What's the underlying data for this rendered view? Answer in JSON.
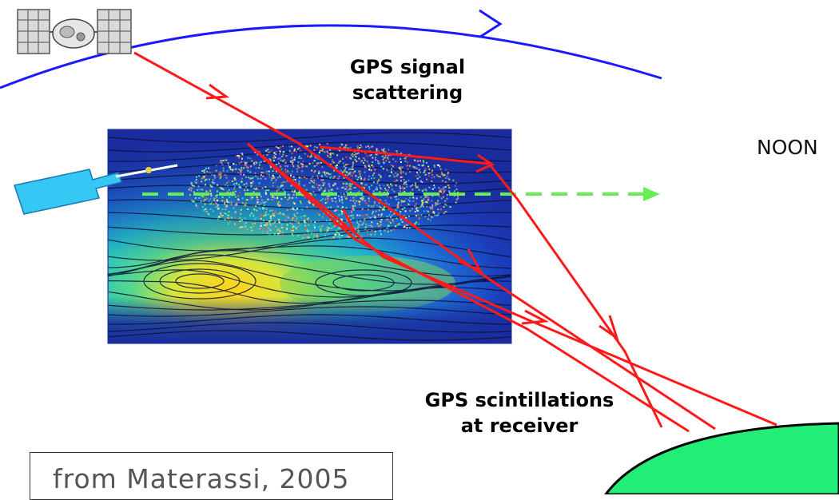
{
  "labels": {
    "signal_line1": "GPS signal",
    "signal_line2": "scattering",
    "scint_line1": "GPS scintillations",
    "scint_line2": "at receiver",
    "noon": "NOON"
  },
  "caption": "from Materassi, 2005",
  "colors": {
    "orbit": "#1a1aff",
    "signal_ray": "#ff1a1a",
    "terminator_arrow": "#66ee55",
    "earth": "#22ee77",
    "satellite_beam": "#33ccff",
    "ionosphere_bg": "#1f2fb5",
    "density_peak": "#ffd21a"
  },
  "icons": [
    "satellite-icon",
    "beam-source-icon"
  ]
}
